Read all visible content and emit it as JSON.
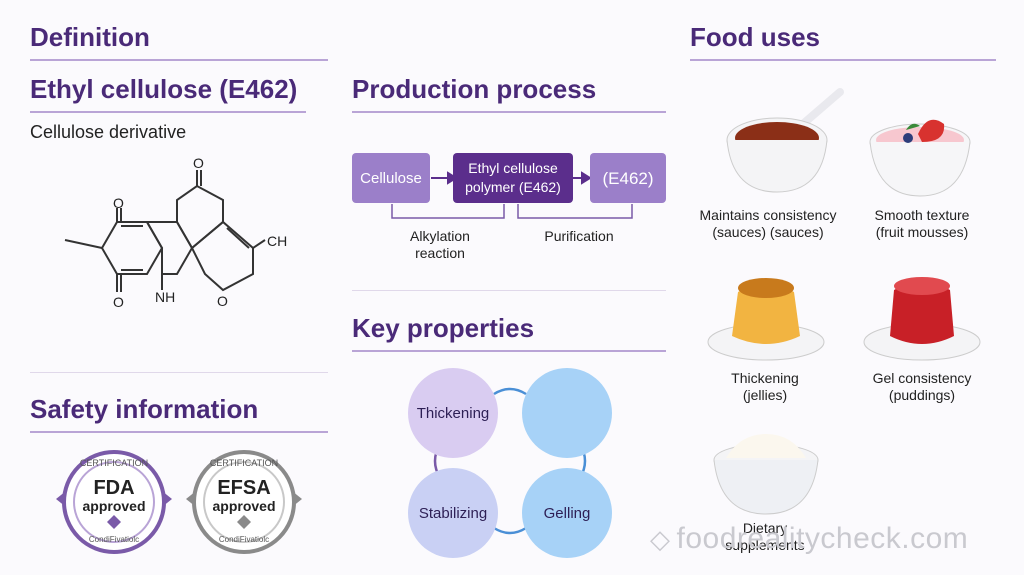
{
  "left": {
    "definition_heading": "Definition",
    "compound_title": "Ethyl cellulose (E462)",
    "compound_subtitle": "Cellulose derivative",
    "structure_labels": {
      "o_top": "O",
      "o_left_top": "O",
      "o_left_bottom": "O",
      "o_ring": "O",
      "ch": "CH",
      "nh": "NH"
    },
    "safety_heading": "Safety information",
    "badges": [
      {
        "top_text": "CERTIFICATION",
        "main": "FDA",
        "sub": "approved",
        "bottom_text": "CondiFivatiolc"
      },
      {
        "top_text": "CERTIFICATION",
        "main": "EFSA",
        "sub": "approved",
        "bottom_text": "CondiFivatiolc"
      }
    ]
  },
  "middle": {
    "production_heading": "Production process",
    "process_boxes": [
      "Cellulose",
      "Ethyl cellulose polymer (E462)",
      "(E462)"
    ],
    "process_steps": [
      "Alkylation reaction",
      "Purification"
    ],
    "properties_heading": "Key properties",
    "properties": [
      "Thickening",
      "",
      "Stabilizing",
      "Gelling"
    ]
  },
  "right": {
    "food_heading": "Food uses",
    "items": [
      {
        "label": "Maintains consistency (sauces) (sauces)",
        "icon": "sauce-bowl-icon"
      },
      {
        "label": "Smooth texture (fruit mousses)",
        "icon": "mousse-bowl-icon"
      },
      {
        "label": "Thickening (jellies)",
        "icon": "flan-icon"
      },
      {
        "label": "Gel consistency (puddings)",
        "icon": "jelly-icon"
      },
      {
        "label": "Dietary supplements",
        "icon": "cream-bowl-icon"
      }
    ]
  },
  "watermark": "foodrealitycheck.com",
  "colors": {
    "heading": "#4a2a78",
    "rule": "#b9a4d6",
    "box_light": "#9b7fc9",
    "box_dark": "#5b2e8c",
    "circle_purple": "#d9ccf1",
    "circle_blue": "#a7d2f7"
  }
}
